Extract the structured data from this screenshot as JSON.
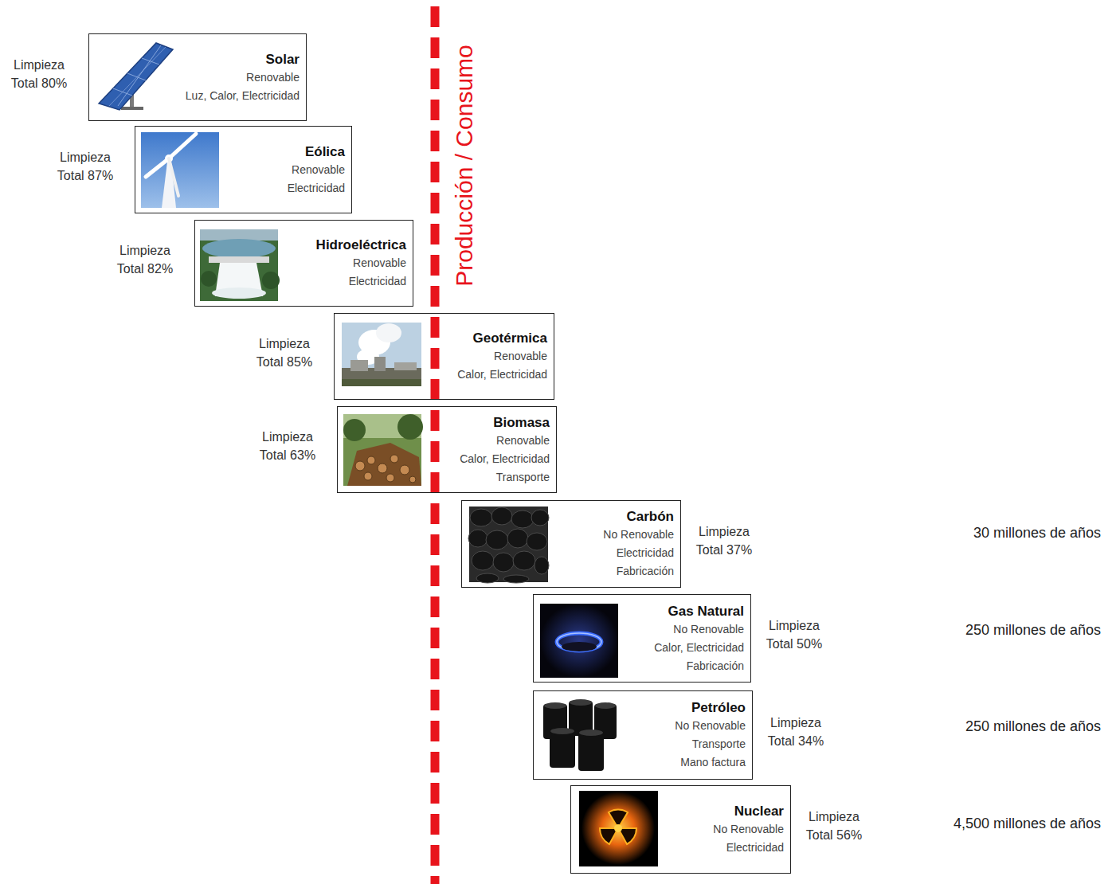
{
  "diagram": {
    "nodes": [
      {
        "text": [
          "Solar",
          "Renovable",
          "Luz, Calor, Electricidad"
        ]
      },
      {
        "text": [
          "Eólica",
          "Renovable",
          "Electricidad"
        ]
      },
      {
        "text": [
          "Hidroeléctrica",
          "Renovable",
          "Electricidad"
        ]
      },
      {
        "text": [
          "Geotérmica",
          "Renovable",
          "Calor, Electricidad"
        ]
      },
      {
        "text": [
          "Biomasa",
          "Renovable",
          "Calor, Electricidad",
          "Transporte"
        ]
      },
      {
        "text": [
          "Carbón",
          "No Renovable",
          "Electricidad",
          "Fabricación"
        ]
      },
      {
        "text": [
          "Gas Natural",
          "No Renovable",
          "Calor, Electricidad",
          "Fabricación"
        ]
      },
      {
        "text": [
          "Petróleo",
          "No Renovable",
          "Transporte",
          "Mano factura"
        ]
      },
      {
        "text": [
          "Nuclear",
          "No Renovable",
          "Electricidad"
        ]
      }
    ],
    "labels": [
      "Producción / Consumo",
      "Limpieza Total 80%",
      "Limpieza Total 87%",
      "Limpieza Total 82%",
      "Limpieza Total 85%",
      "Limpieza Total 63%",
      "Limpieza Total 37%",
      "30 millones de años",
      "Limpieza Total 50%",
      "250 millones de años",
      "Limpieza Total 34%",
      "250 millones de años",
      "Limpieza Total 56%",
      "4,500 millones de años"
    ]
  }
}
